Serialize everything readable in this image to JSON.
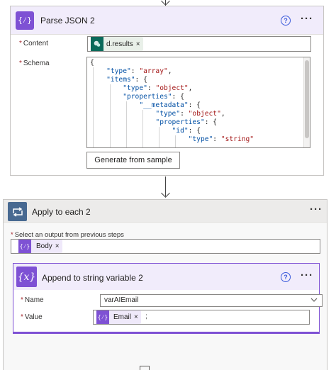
{
  "parse_json": {
    "title": "Parse JSON 2",
    "icon_glyph": "{⁄}",
    "help_glyph": "?",
    "more_glyph": "···",
    "content_label": "Content",
    "content_token": "d.results",
    "content_token_remove": "×",
    "schema_label": "Schema",
    "schema_lines": [
      "{",
      "    \"type\": \"array\",",
      "    \"items\": {",
      "        \"type\": \"object\",",
      "        \"properties\": {",
      "            \"__metadata\": {",
      "                \"type\": \"object\",",
      "                \"properties\": {",
      "                    \"id\": {",
      "                        \"type\": \"string\""
    ],
    "generate_button": "Generate from sample",
    "required_mark": "*"
  },
  "apply_each": {
    "title": "Apply to each 2",
    "more_glyph": "···",
    "select_label": "Select an output from previous steps",
    "token": "Body",
    "token_remove": "×",
    "required_mark": "*"
  },
  "append_var": {
    "title": "Append to string variable 2",
    "icon_glyph": "{x}",
    "help_glyph": "?",
    "more_glyph": "···",
    "name_label": "Name",
    "name_value": "varAIEmail",
    "value_label": "Value",
    "value_token": "Email",
    "value_token_remove": "×",
    "value_suffix": ";",
    "required_mark": "*"
  },
  "colors": {
    "action_purple": "#7e51d4",
    "loop_blue": "#486991",
    "sharepoint_teal": "#0b6a5a",
    "required_red": "#a4262c",
    "help_blue": "#3b5bdb"
  }
}
